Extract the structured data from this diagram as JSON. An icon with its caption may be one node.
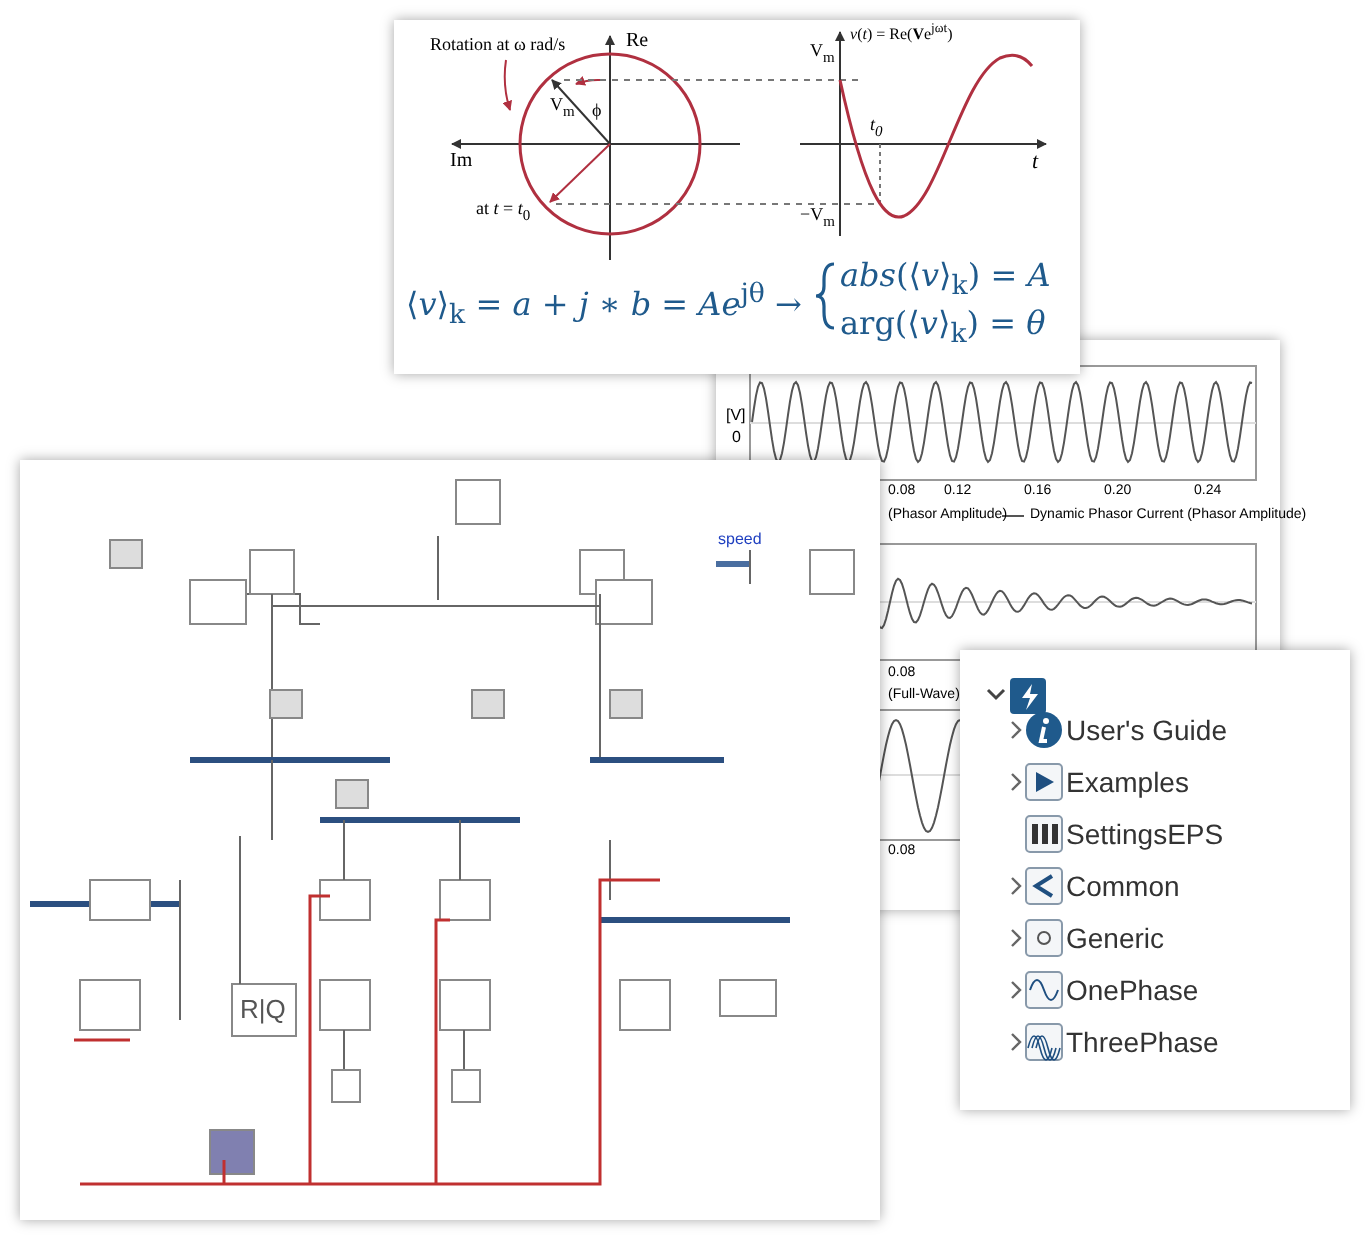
{
  "diagram": {
    "labels": [
      "Rotation at ω rad/s",
      "Re",
      "Im",
      "V$_{m}$",
      "ϕ",
      "at *t* = *t*$_{0}$",
      "*v*(*t*) = Re(**V**e$^{jωt}$)",
      "V$_{m}$",
      "t$_{0}$",
      "t",
      "−V$_{m}$",
      "⟨*v*⟩$_{k}$ = *a* + *j* ∗ *b* = *Ae*$^{jθ}$ →",
      "*abs*(⟨*v*⟩$_{k}$) = *A*",
      "arg(⟨*v*⟩$_{k}$) = *θ*",
      "[V]",
      "0",
      "0.08",
      "0.12",
      "0.16",
      "0.20",
      "0.24",
      "(Phasor Amplitude)",
      "Dynamic Phasor Current (Phasor Amplitude)",
      "0.08",
      "(Full-Wave)",
      "0.08",
      "speed",
      "R|Q",
      "User's Guide",
      "Examples",
      "SettingsEPS",
      "Common",
      "Generic",
      "OnePhase",
      "ThreePhase"
    ]
  }
}
